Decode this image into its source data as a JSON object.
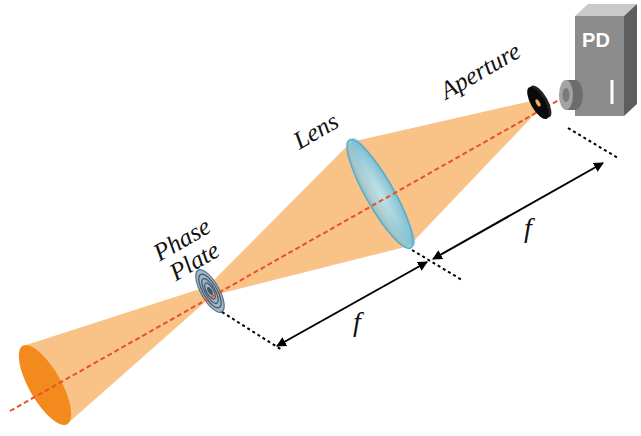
{
  "diagram": {
    "labels": [
      "Phase Plate",
      "Lens",
      "Aperture",
      "PD",
      "f",
      "f"
    ]
  }
}
